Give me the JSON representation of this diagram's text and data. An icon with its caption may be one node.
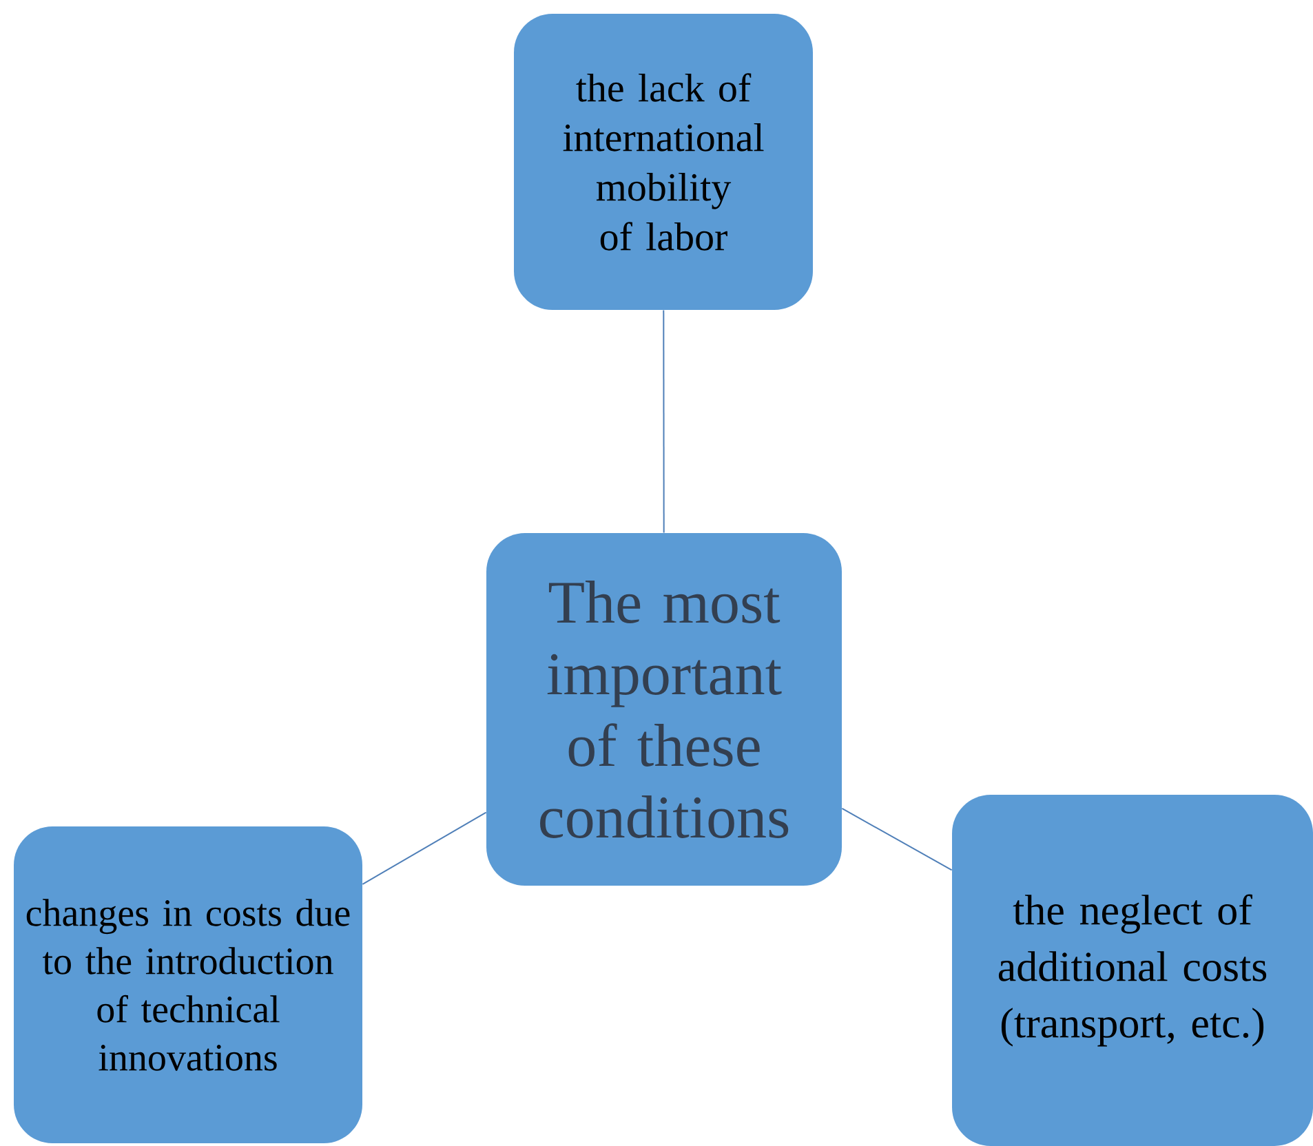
{
  "diagram": {
    "nodes": [
      {
        "text": [
          "the lack of international mobility of labor"
        ]
      },
      {
        "text": [
          "The most important of these conditions"
        ]
      },
      {
        "text": [
          "changes in costs due to the introduction of technical innovations"
        ]
      },
      {
        "text": [
          "the neglect of additional costs (transport, etc.)"
        ]
      }
    ],
    "edges": [
      {
        "from": 1,
        "to": 0,
        "arrow": "none"
      },
      {
        "from": 1,
        "to": 2,
        "arrow": "none"
      },
      {
        "from": 1,
        "to": 3,
        "arrow": "none"
      }
    ]
  }
}
